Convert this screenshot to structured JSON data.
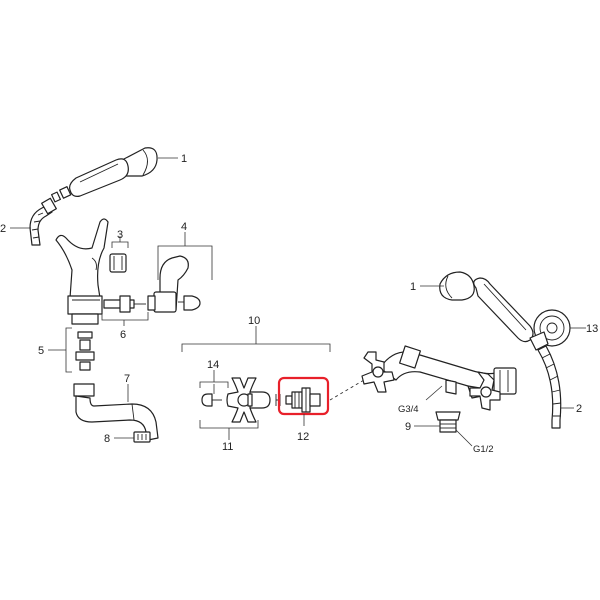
{
  "labels": {
    "p1a": "1",
    "p1b": "1",
    "p2a": "2",
    "p2b": "2",
    "p3": "3",
    "p4": "4",
    "p5": "5",
    "p6": "6",
    "p7": "7",
    "p8": "8",
    "p9": "9",
    "p10": "10",
    "p11": "11",
    "p12": "12",
    "p13": "13",
    "p14": "14",
    "g34": "G3/4",
    "g12": "G1/2"
  },
  "highlight_color": "#e8202a",
  "highlighted_part": "12"
}
